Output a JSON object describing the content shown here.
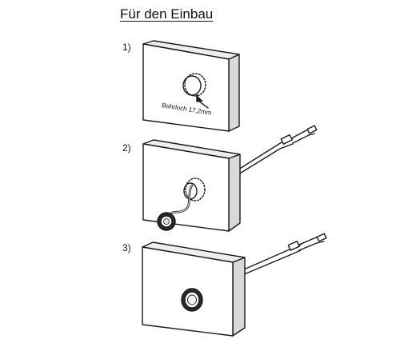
{
  "title": "Für den Einbau",
  "steps": [
    {
      "number": "1)",
      "annotation": "Bohrloch 17,2mm"
    },
    {
      "number": "2)"
    },
    {
      "number": "3)"
    }
  ],
  "colors": {
    "line": "#1a1a1a",
    "panel_front": "#ffffff",
    "panel_side": "#d9d9d9",
    "panel_top": "#eeeeee"
  }
}
